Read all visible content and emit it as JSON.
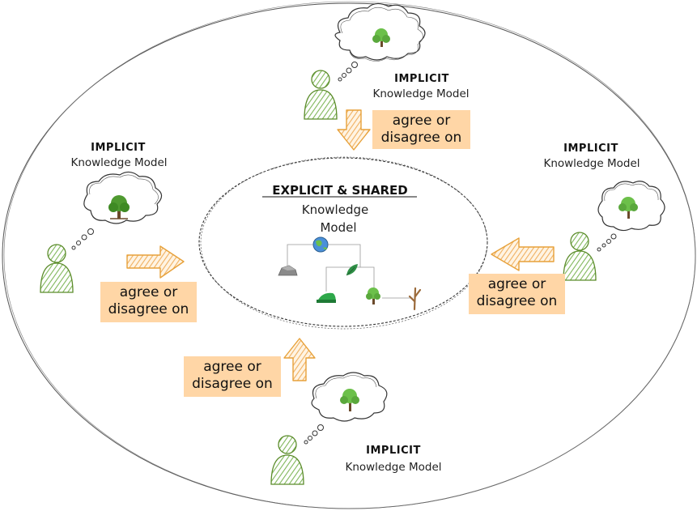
{
  "colors": {
    "person_fill": "#a9d18e",
    "person_stroke": "#5b8c2a",
    "arrow_fill": "#f6c27a",
    "arrow_stroke": "#e7a13a",
    "label_bg": "#ffd6a6",
    "line": "#444444"
  },
  "center": {
    "title": "EXPLICIT & SHARED",
    "line1": "Knowledge",
    "line2": "Model"
  },
  "agents": [
    {
      "id": "top",
      "title": "IMPLICIT",
      "subtitle": "Knowledge Model",
      "tree_icon": "tree-icon"
    },
    {
      "id": "left",
      "title": "IMPLICIT",
      "subtitle": "Knowledge Model",
      "tree_icon": "tree-icon"
    },
    {
      "id": "right",
      "title": "IMPLICIT",
      "subtitle": "Knowledge Model",
      "tree_icon": "tree-icon"
    },
    {
      "id": "bottom",
      "title": "IMPLICIT",
      "subtitle": "Knowledge Model",
      "tree_icon": "tree-icon"
    }
  ],
  "agree_labels": [
    {
      "id": "top",
      "line1": "agree or",
      "line2": "disagree on"
    },
    {
      "id": "left",
      "line1": "agree or",
      "line2": "disagree on"
    },
    {
      "id": "right",
      "line1": "agree or",
      "line2": "disagree on"
    },
    {
      "id": "bottom",
      "line1": "agree or",
      "line2": "disagree on"
    }
  ],
  "hierarchy_icons": [
    "globe-icon",
    "rock-icon",
    "leaf-icon",
    "hill-icon",
    "tree-icon",
    "branch-icon"
  ]
}
